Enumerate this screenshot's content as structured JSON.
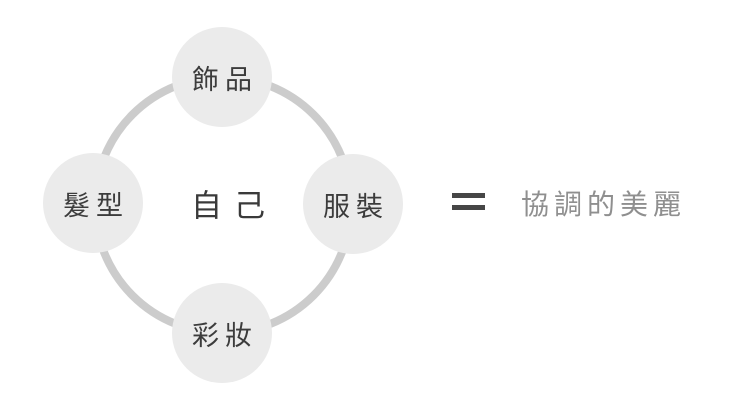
{
  "diagram": {
    "center_label": "自己",
    "nodes": [
      {
        "id": "accessories",
        "position": "top",
        "label": "飾品"
      },
      {
        "id": "hairstyle",
        "position": "left",
        "label": "髮型"
      },
      {
        "id": "clothing",
        "position": "right",
        "label": "服裝"
      },
      {
        "id": "makeup",
        "position": "bottom",
        "label": "彩妝"
      }
    ],
    "equals_symbol": "=",
    "result_label": "協調的美麗",
    "colors": {
      "background": "#ffffff",
      "ring_stroke": "#cccccc",
      "node_fill": "#ebebeb",
      "node_text": "#3c3c3c",
      "center_text": "#3a3a3a",
      "equals": "#464646",
      "result_text": "#8f8f8f"
    }
  }
}
